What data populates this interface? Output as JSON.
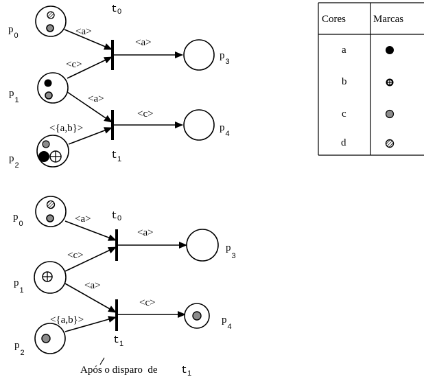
{
  "diagram_before": {
    "places": {
      "p0": {
        "letter": "p",
        "index": "0"
      },
      "p1": {
        "letter": "p",
        "index": "1"
      },
      "p2": {
        "letter": "p",
        "index": "2"
      },
      "p3": {
        "letter": "p",
        "index": "3"
      },
      "p4": {
        "letter": "p",
        "index": "4"
      }
    },
    "transitions": {
      "t0": {
        "letter": "t",
        "index": "0"
      },
      "t1": {
        "letter": "t",
        "index": "1"
      }
    },
    "arc_labels": {
      "p0_t0": "<a>",
      "p1_t0": "<c>",
      "t0_p3": "<a>",
      "p1_t1": "<a>",
      "p2_t1": "<{a,b}>",
      "t1_p4": "<c>"
    }
  },
  "diagram_after": {
    "places": {
      "p0": {
        "letter": "p",
        "index": "0"
      },
      "p1": {
        "letter": "p",
        "index": "1"
      },
      "p2": {
        "letter": "p",
        "index": "2"
      },
      "p3": {
        "letter": "p",
        "index": "3"
      },
      "p4": {
        "letter": "p",
        "index": "4"
      }
    },
    "transitions": {
      "t0": {
        "letter": "t",
        "index": "0"
      },
      "t1": {
        "letter": "t",
        "index": "1"
      }
    },
    "arc_labels": {
      "p0_t0": "<a>",
      "p1_t0": "<c>",
      "t0_p3": "<a>",
      "p1_t1": "<a>",
      "p2_t1": "<{a,b}>",
      "t1_p4": "<c>"
    },
    "caption_text": "Após o disparo  de",
    "caption_t": "t",
    "caption_t_index": "1"
  },
  "legend_table": {
    "headers": [
      "Cores",
      "Marcas"
    ],
    "rows": [
      {
        "color": "a",
        "mark": "solid-black"
      },
      {
        "color": "b",
        "mark": "crosshatched"
      },
      {
        "color": "c",
        "mark": "solid-gray"
      },
      {
        "color": "d",
        "mark": "hatched"
      }
    ]
  }
}
